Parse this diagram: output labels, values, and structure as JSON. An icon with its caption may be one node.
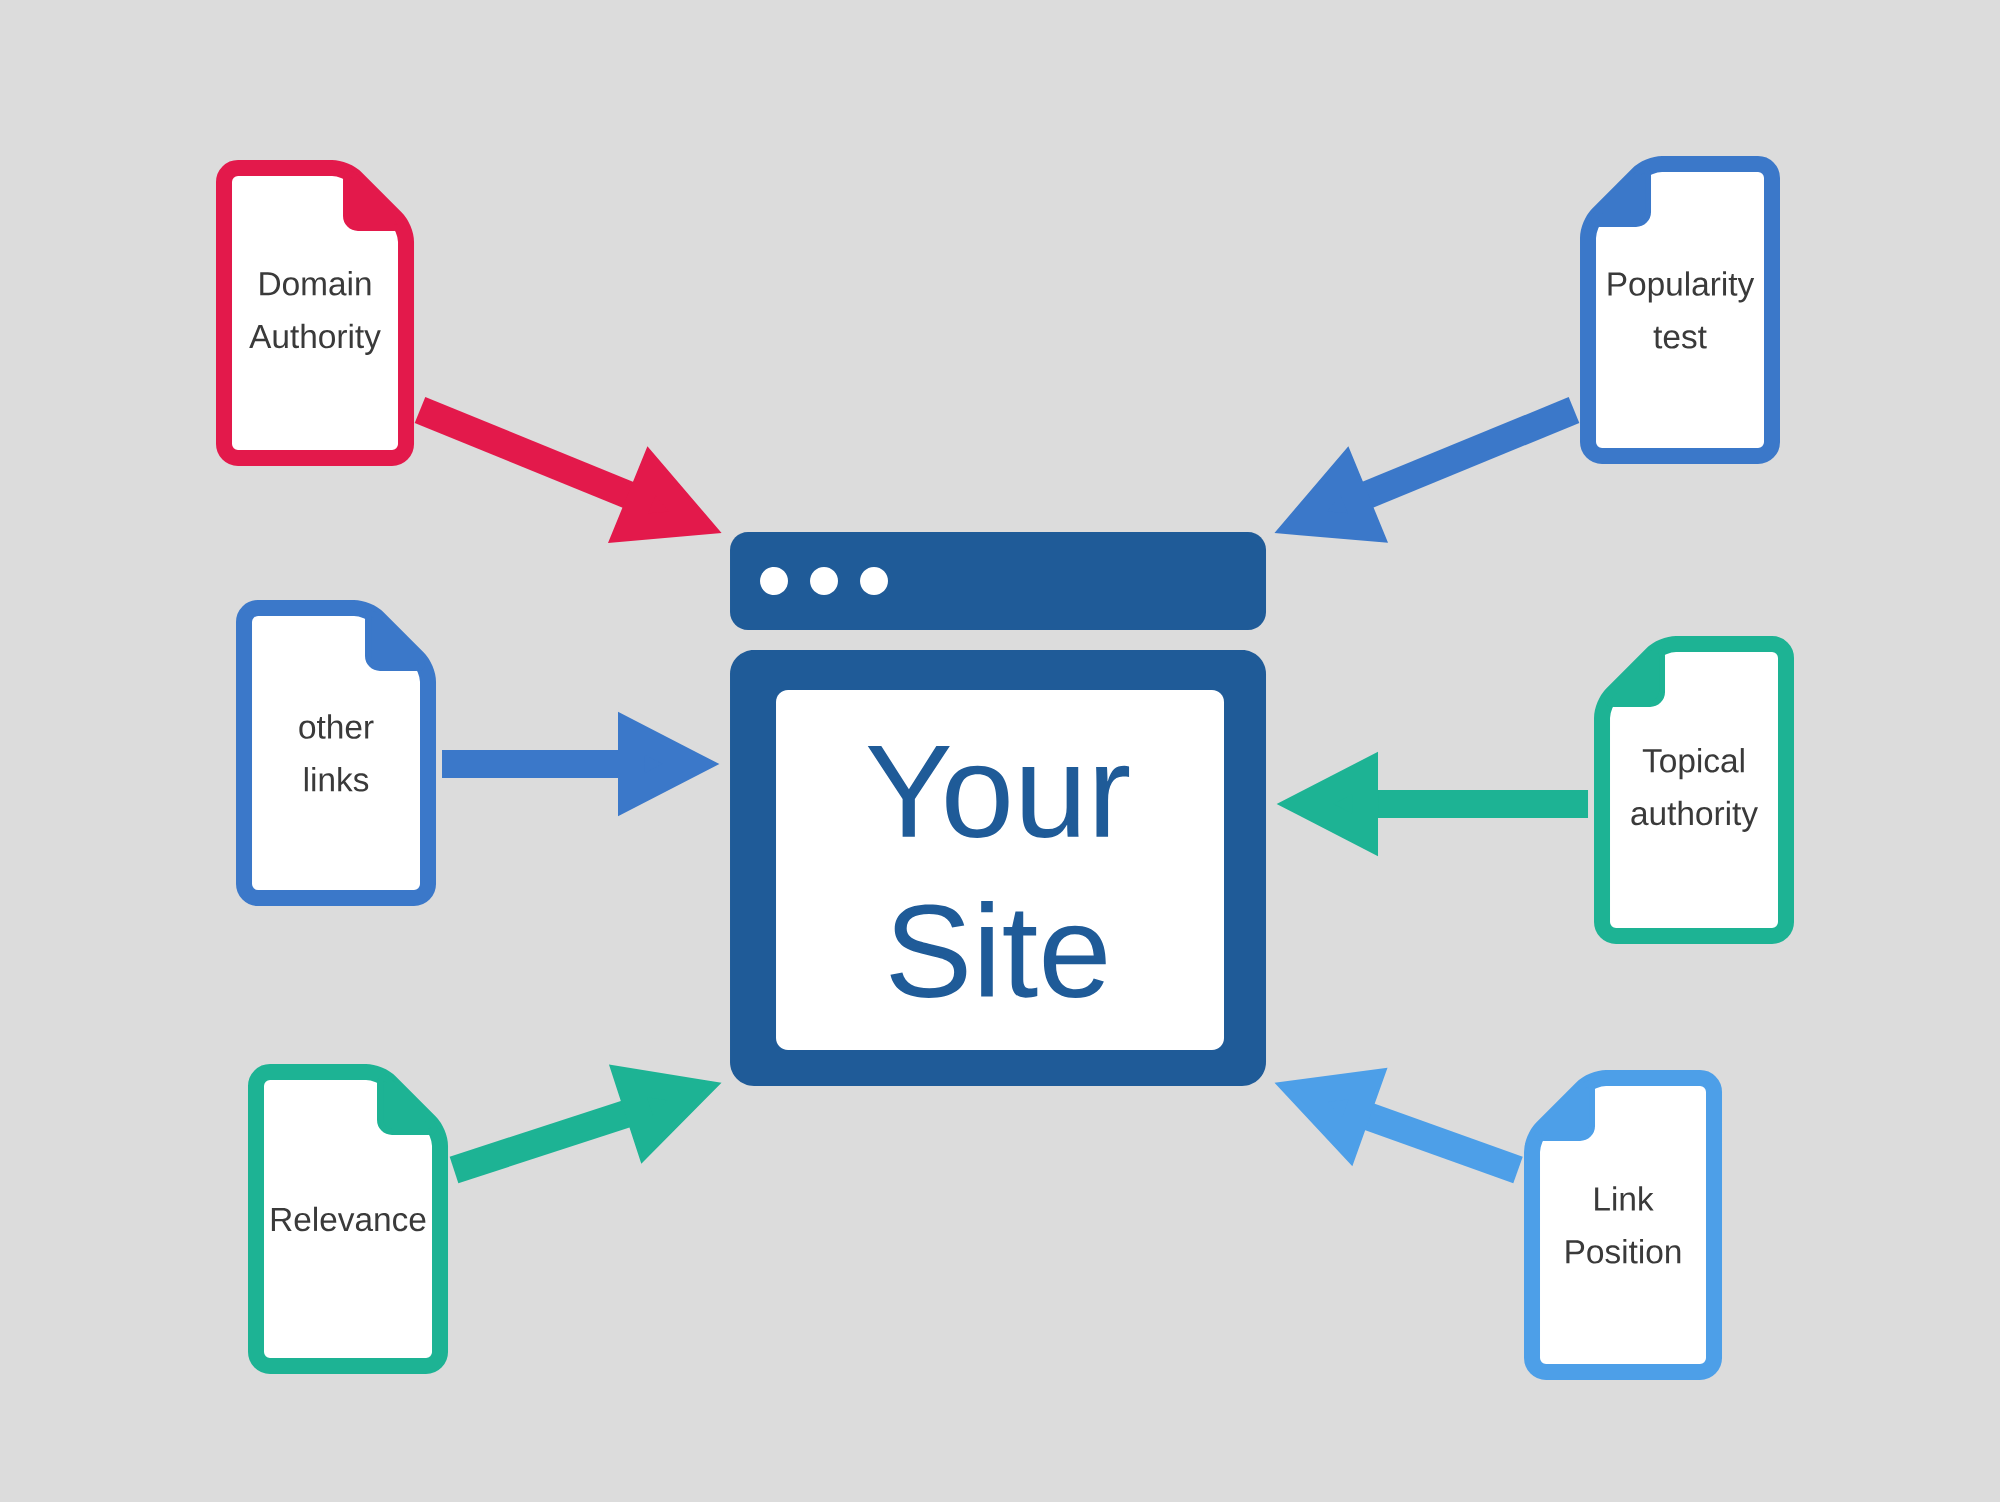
{
  "diagram": {
    "nodes": [
      {
        "text": [
          "Domain Authority"
        ]
      },
      {
        "text": [
          "Popularity test"
        ]
      },
      {
        "text": [
          "other links"
        ]
      },
      {
        "text": [
          "Your Site"
        ]
      },
      {
        "text": [
          "Topical authority"
        ]
      },
      {
        "text": [
          "Relevance"
        ]
      },
      {
        "text": [
          "Link Position"
        ]
      }
    ],
    "edges": [
      {
        "from": 0,
        "to": 3,
        "arrow": "to",
        "color": "#e3194b"
      },
      {
        "from": 1,
        "to": 3,
        "arrow": "to",
        "color": "#3b78c9"
      },
      {
        "from": 2,
        "to": 3,
        "arrow": "to",
        "color": "#3b78c9"
      },
      {
        "from": 4,
        "to": 3,
        "arrow": "to",
        "color": "#1db394"
      },
      {
        "from": 5,
        "to": 3,
        "arrow": "to",
        "color": "#1db394"
      },
      {
        "from": 6,
        "to": 3,
        "arrow": "to",
        "color": "#4d9fe8"
      }
    ]
  }
}
